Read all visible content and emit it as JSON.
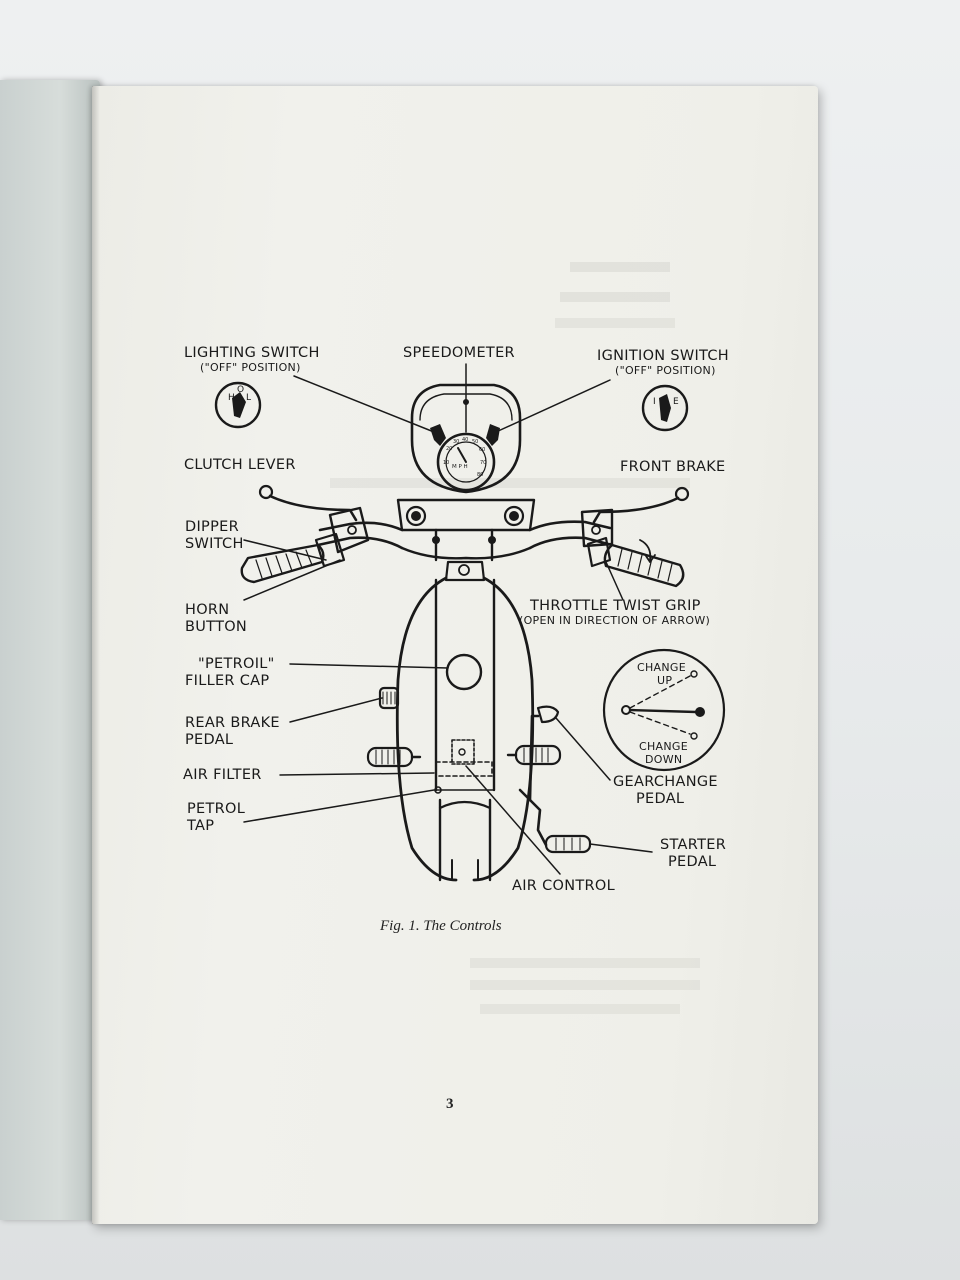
{
  "labels": {
    "lighting_switch": "LIGHTING SWITCH",
    "lighting_switch_pos": "(\"OFF\" POSITION)",
    "speedometer": "SPEEDOMETER",
    "ignition_switch": "IGNITION SWITCH",
    "ignition_switch_pos": "(\"OFF\" POSITION)",
    "clutch_lever": "CLUTCH LEVER",
    "front_brake": "FRONT BRAKE",
    "dipper_switch_1": "DIPPER",
    "dipper_switch_2": "SWITCH",
    "horn_button_1": "HORN",
    "horn_button_2": "BUTTON",
    "throttle": "THROTTLE TWIST GRIP",
    "throttle_sub": "(OPEN IN DIRECTION OF ARROW)",
    "petroil_1": "\"PETROIL\"",
    "petroil_2": "FILLER CAP",
    "change_up_1": "CHANGE",
    "change_up_2": "UP",
    "change_down_1": "CHANGE",
    "change_down_2": "DOWN",
    "rear_brake_1": "REAR BRAKE",
    "rear_brake_2": "PEDAL",
    "air_filter": "AIR FILTER",
    "gearchange_1": "GEARCHANGE",
    "gearchange_2": "PEDAL",
    "petrol_tap_1": "PETROL",
    "petrol_tap_2": "TAP",
    "starter_1": "STARTER",
    "starter_2": "PEDAL",
    "air_control": "AIR CONTROL"
  },
  "switch_letters": {
    "lighting": [
      "H",
      "L",
      "O"
    ],
    "ignition": [
      "I",
      "E"
    ]
  },
  "speedo": {
    "unit": "M P H",
    "ticks": [
      "20",
      "30",
      "40",
      "50",
      "60",
      "70",
      "10",
      "80"
    ]
  },
  "caption": "Fig. 1. The Controls",
  "page_number": "3"
}
